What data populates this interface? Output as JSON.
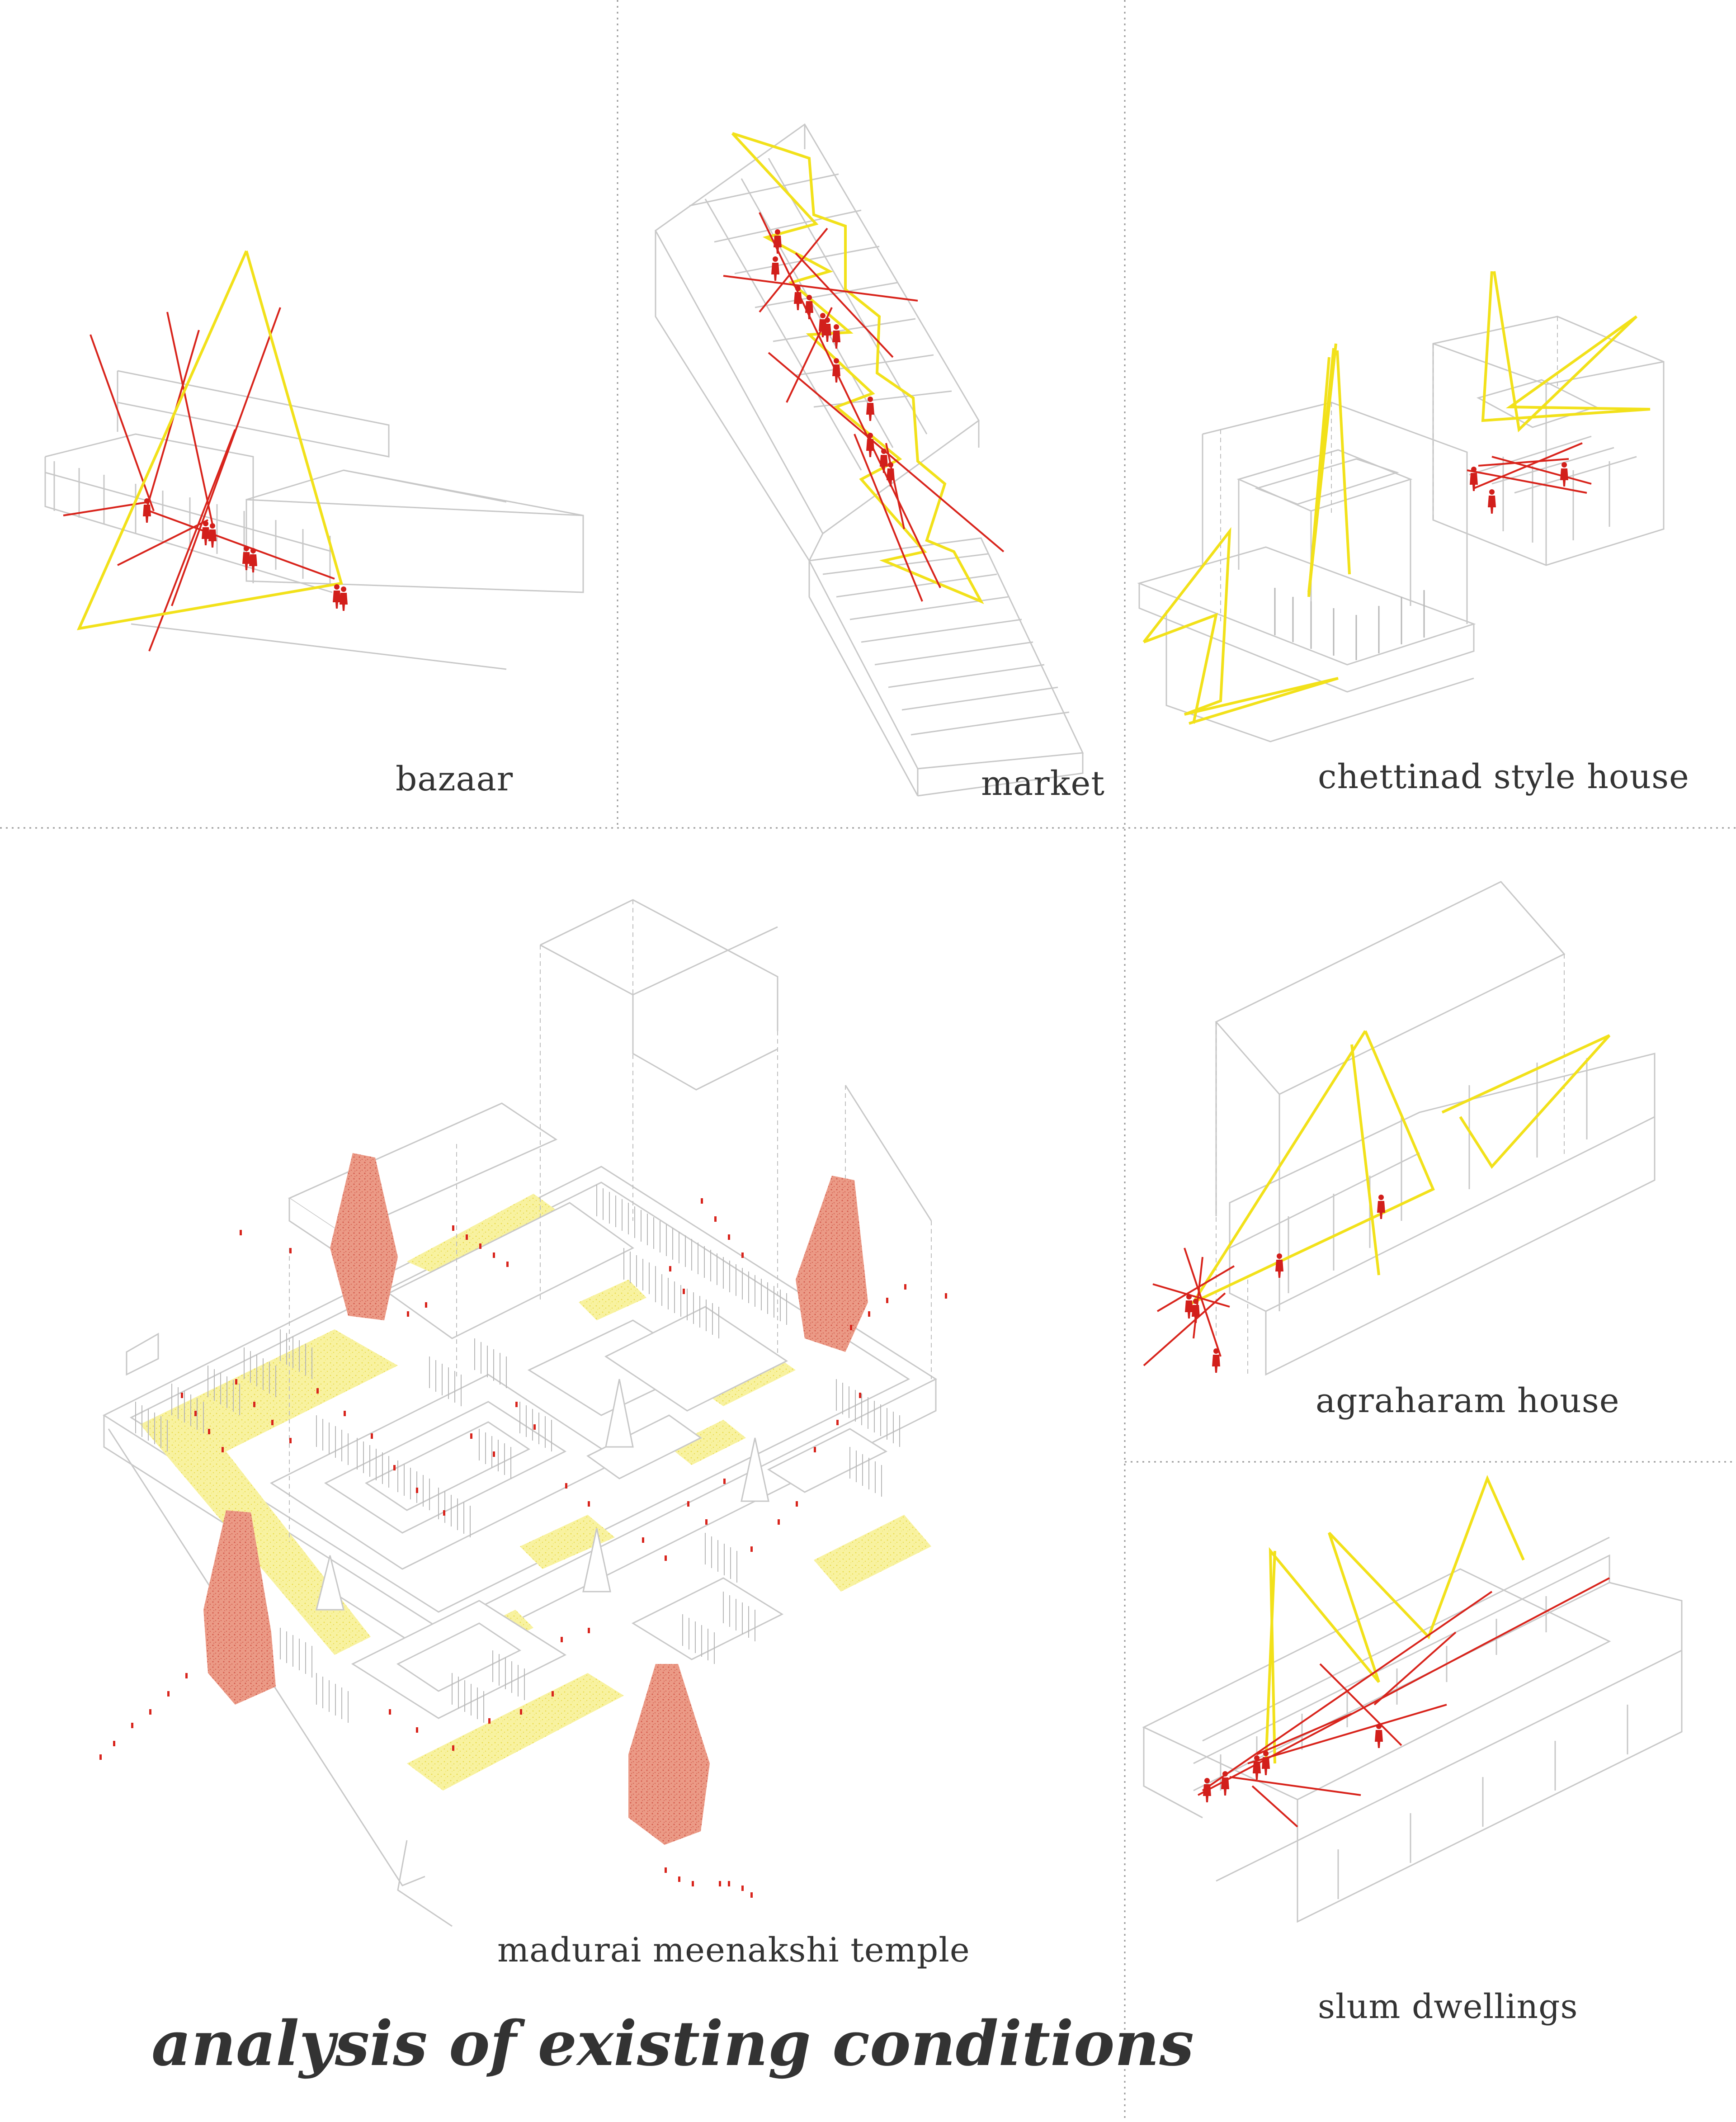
{
  "heading": "analysis of existing conditions",
  "panels": [
    {
      "id": "bazaar",
      "caption": "bazaar"
    },
    {
      "id": "market",
      "caption": "market"
    },
    {
      "id": "chettinad",
      "caption": "chettinad style house"
    },
    {
      "id": "temple",
      "caption": "madurai meenakshi temple"
    },
    {
      "id": "agraharam",
      "caption": "agraharam house"
    },
    {
      "id": "slum",
      "caption": "slum dwellings"
    }
  ],
  "colors": {
    "background": "#ffffff",
    "linework": "#c8c8c8",
    "divider": "#9a9a9a",
    "yellow_path": "#f2e11a",
    "red_path": "#d8241c",
    "figure": "#d21f1b",
    "yellow_fill": "#f6ee8a",
    "tower_fill": "#e8806a",
    "text": "#333333"
  }
}
